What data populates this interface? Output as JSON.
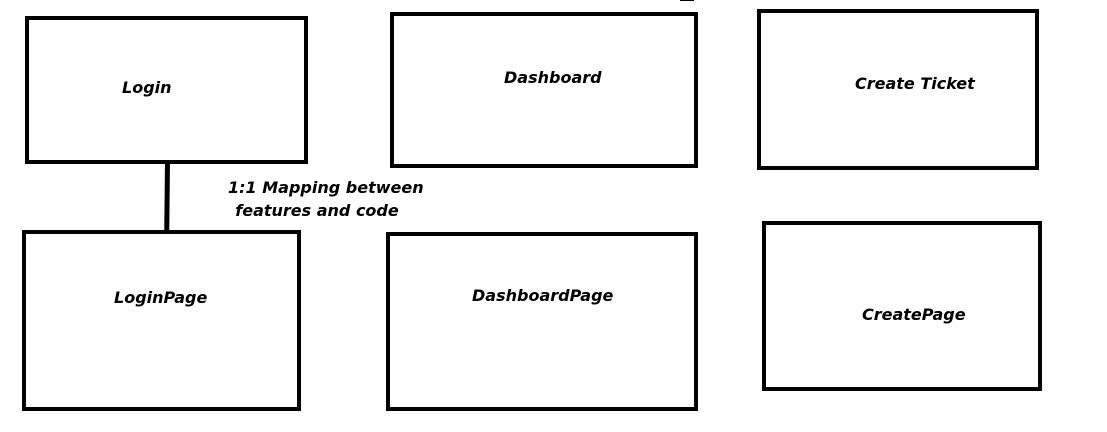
{
  "diagram": {
    "features": {
      "login": "Login",
      "dashboard": "Dashboard",
      "create_ticket": "Create Ticket"
    },
    "code": {
      "login_page": "LoginPage",
      "dashboard_page": "DashboardPage",
      "create_page": "CreatePage"
    },
    "annotation": {
      "line1": "1:1 Mapping between",
      "line2": "features and code"
    }
  },
  "colors": {
    "stroke": "#000000",
    "background": "#ffffff"
  }
}
